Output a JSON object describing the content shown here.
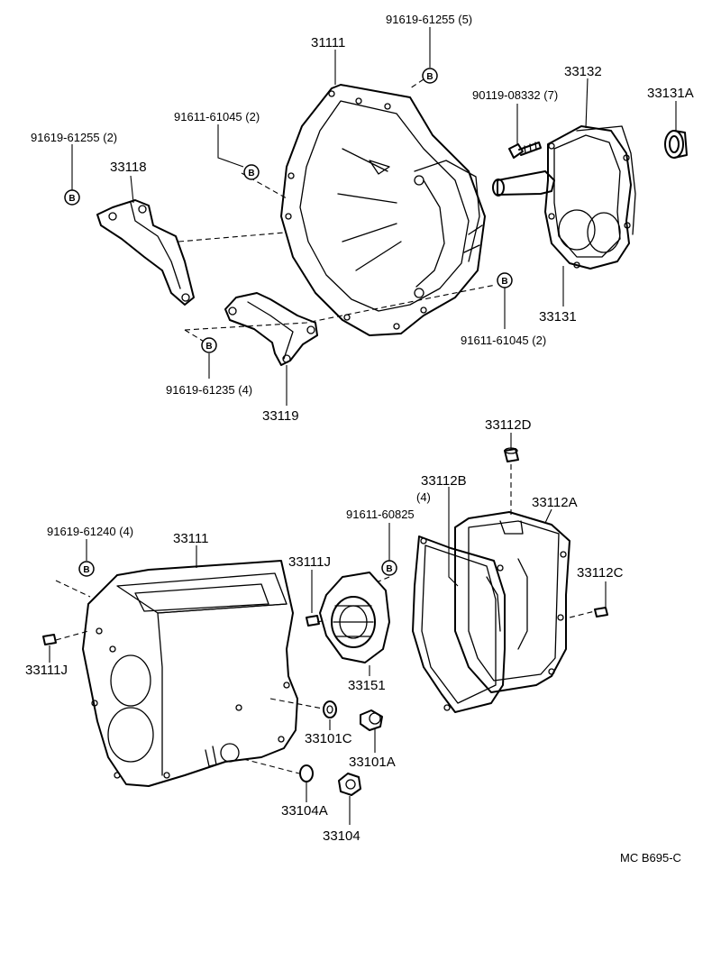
{
  "labels": {
    "p_91619_61255_5": "91619-61255 (5)",
    "p_31111": "31111",
    "p_33132": "33132",
    "p_90119_08332_7": "90119-08332 (7)",
    "p_33131A": "33131A",
    "p_91611_61045_2_top": "91611-61045 (2)",
    "p_91619_61255_2": "91619-61255 (2)",
    "p_33118": "33118",
    "p_33131": "33131",
    "p_91611_61045_2_right": "91611-61045 (2)",
    "p_91619_61235_4": "91619-61235 (4)",
    "p_33119": "33119",
    "p_33112D": "33112D",
    "p_33112B": "33112B",
    "p_33112B_qty": "(4)",
    "p_33112A": "33112A",
    "p_91611_60825": "91611-60825",
    "p_91619_61240_4": "91619-61240 (4)",
    "p_33111": "33111",
    "p_33111J_top": "33111J",
    "p_33112C": "33112C",
    "p_33111J_left": "33111J",
    "p_33151": "33151",
    "p_33101C": "33101C",
    "p_33101A": "33101A",
    "p_33104A": "33104A",
    "p_33104": "33104"
  },
  "bolt_marker": "B",
  "diagram_code": "MC  B695-C"
}
